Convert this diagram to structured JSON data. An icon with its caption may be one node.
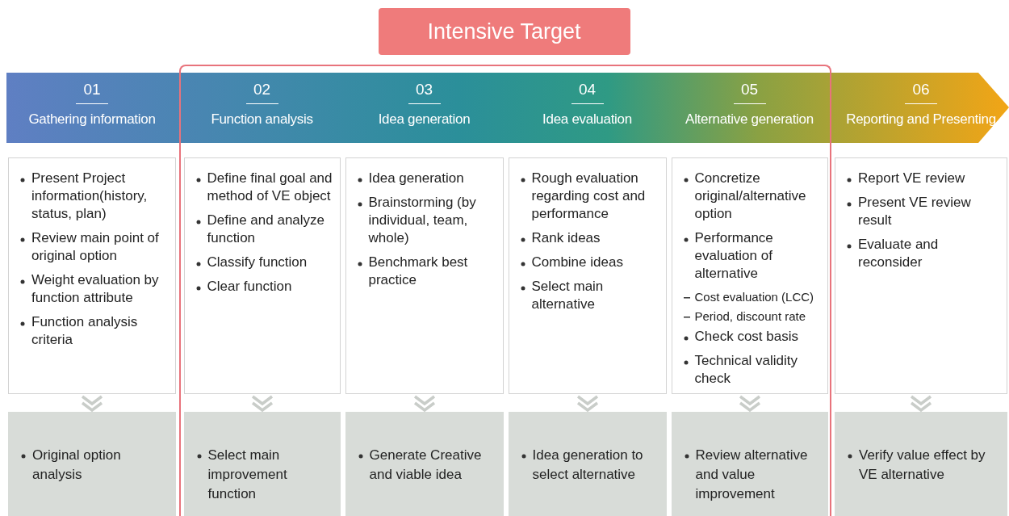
{
  "diagram": {
    "nodes": [
      {
        "text": [
          "Intensive Target"
        ]
      },
      {
        "text": [
          "01",
          "Gathering information"
        ]
      },
      {
        "text": [
          "Present Project information(history, status, plan)",
          "Review main point of original option",
          "Weight evaluation by function attribute",
          "Function analysis criteria"
        ]
      },
      {
        "text": [
          "Original option analysis"
        ]
      },
      {
        "text": [
          "02",
          "Function analysis"
        ],
        "in": 0
      },
      {
        "text": [
          "Define final goal and method of VE object",
          "Define and analyze function",
          "Classify function",
          "Clear function"
        ],
        "in": 0
      },
      {
        "text": [
          "Select main improvement function"
        ],
        "in": 0
      },
      {
        "text": [
          "03",
          "Idea generation"
        ],
        "in": 0
      },
      {
        "text": [
          "Idea generation",
          "Brainstorming (by individual, team, whole)",
          "Benchmark best practice"
        ],
        "in": 0
      },
      {
        "text": [
          "Generate Creative and viable idea"
        ],
        "in": 0
      },
      {
        "text": [
          "04",
          "Idea evaluation"
        ],
        "in": 0
      },
      {
        "text": [
          "Rough evaluation regarding cost and performance",
          "Rank ideas",
          "Combine ideas",
          "Select main alternative"
        ],
        "in": 0
      },
      {
        "text": [
          "Idea generation to select alternative"
        ],
        "in": 0
      },
      {
        "text": [
          "05",
          "Alternative generation"
        ],
        "in": 0
      },
      {
        "text": [
          "Concretize original/alternative option",
          "Performance evaluation of alternative",
          "Cost evaluation (LCC)",
          "Period, discount rate",
          "Check cost basis",
          "Technical validity check"
        ],
        "in": 0
      },
      {
        "text": [
          "Review alternative and value improvement"
        ],
        "in": 0
      },
      {
        "text": [
          "06",
          "Reporting and Presenting"
        ]
      },
      {
        "text": [
          "Report VE review",
          "Present VE review result",
          "Evaluate and reconsider"
        ]
      },
      {
        "text": [
          "Verify value effect by VE alternative"
        ]
      }
    ],
    "edges": [
      {
        "from": 2,
        "to": 3,
        "arrow": "to"
      },
      {
        "from": 5,
        "to": 6,
        "arrow": "to"
      },
      {
        "from": 8,
        "to": 9,
        "arrow": "to"
      },
      {
        "from": 11,
        "to": 12,
        "arrow": "to"
      },
      {
        "from": 14,
        "to": 15,
        "arrow": "to"
      },
      {
        "from": 17,
        "to": 18,
        "arrow": "to"
      }
    ]
  }
}
